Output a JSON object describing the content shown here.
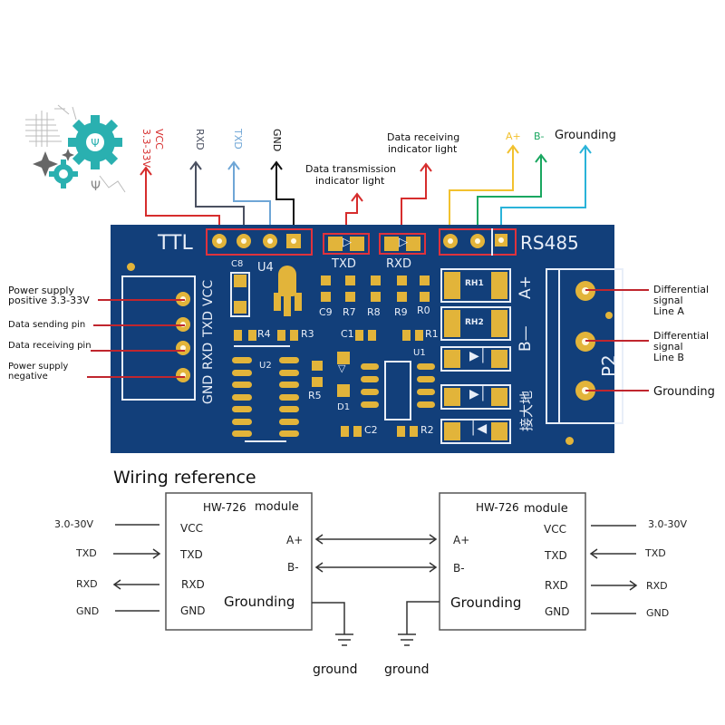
{
  "logo": {
    "icon": "gear-usb-logo"
  },
  "top_pins": {
    "vcc": {
      "name": "VCC",
      "range": "3.3-33V",
      "color": "#d62d2d"
    },
    "rxd": {
      "name": "RXD",
      "color": "#4a5060"
    },
    "txd": {
      "name": "TXD",
      "color": "#6fa6d6"
    },
    "gnd": {
      "name": "GND",
      "color": "#111111"
    }
  },
  "indicators": {
    "tx": "Data transmission\nindicator light",
    "tx_line1": "Data transmission",
    "tx_line2": "indicator light",
    "rx_line1": "Data receiving",
    "rx_line2": "indicator light",
    "color": "#d62d2d"
  },
  "rs485_pins": {
    "a": {
      "name": "A+",
      "color": "#f2c12e"
    },
    "b": {
      "name": "B-",
      "color": "#1aa760"
    },
    "g": {
      "name": "Grounding",
      "color": "#2ab3d9"
    }
  },
  "pcb": {
    "ttl_label": "TTL",
    "rs485_label": "RS485",
    "txd_label": "TXD",
    "rxd_label": "RXD",
    "left_header_labels": [
      "VCC",
      "TXD",
      "RXD",
      "GND"
    ],
    "components": {
      "c8": "C8",
      "u4": "U4",
      "c9": "C9",
      "r7": "R7",
      "r8": "R8",
      "r9": "R9",
      "r0": "R0",
      "r4": "R4",
      "r3": "R3",
      "c1": "C1",
      "r1": "R1",
      "u2": "U2",
      "r5": "R5",
      "d1": "D1",
      "u1": "U1",
      "c2": "C2",
      "r2": "R2",
      "rh1": "RH1",
      "rh2": "RH2",
      "p2": "P2"
    },
    "a_plus": "A+",
    "b_minus": "B—",
    "ground_cn": "接大地",
    "colors": {
      "board": "#123f7a",
      "pad": "#e2b43a",
      "silk": "#e8eef8",
      "highlight": "#e0323c"
    }
  },
  "left_callouts": [
    {
      "line1": "Power supply",
      "line2": "positive 3.3-33V"
    },
    {
      "line1": "Data sending pin",
      "line2": ""
    },
    {
      "line1": "Data receiving pin",
      "line2": ""
    },
    {
      "line1": "Power supply",
      "line2": "negative"
    }
  ],
  "right_callouts": [
    {
      "line1": "Differential",
      "line2": "signal",
      "line3": "Line A"
    },
    {
      "line1": "Differential",
      "line2": "signal",
      "line3": "Line B"
    },
    {
      "line1": "Grounding",
      "line2": "",
      "line3": ""
    }
  ],
  "wiring": {
    "title": "Wiring reference",
    "left_module": {
      "title_part1": "HW-726",
      "title_part2": "module",
      "pins": [
        "VCC",
        "TXD",
        "RXD",
        "GND"
      ],
      "bus_pins": [
        "A+",
        "B-"
      ],
      "ground_label": "Grounding",
      "external": [
        "3.0-30V",
        "TXD",
        "RXD",
        "GND"
      ]
    },
    "right_module": {
      "title_part1": "HW-726",
      "title_part2": "module",
      "pins": [
        "VCC",
        "TXD",
        "RXD",
        "GND"
      ],
      "bus_pins": [
        "A+",
        "B-"
      ],
      "ground_label": "Grounding",
      "external": [
        "3.0-30V",
        "TXD",
        "RXD",
        "GND"
      ]
    },
    "ground_labels": [
      "ground",
      "ground"
    ]
  }
}
